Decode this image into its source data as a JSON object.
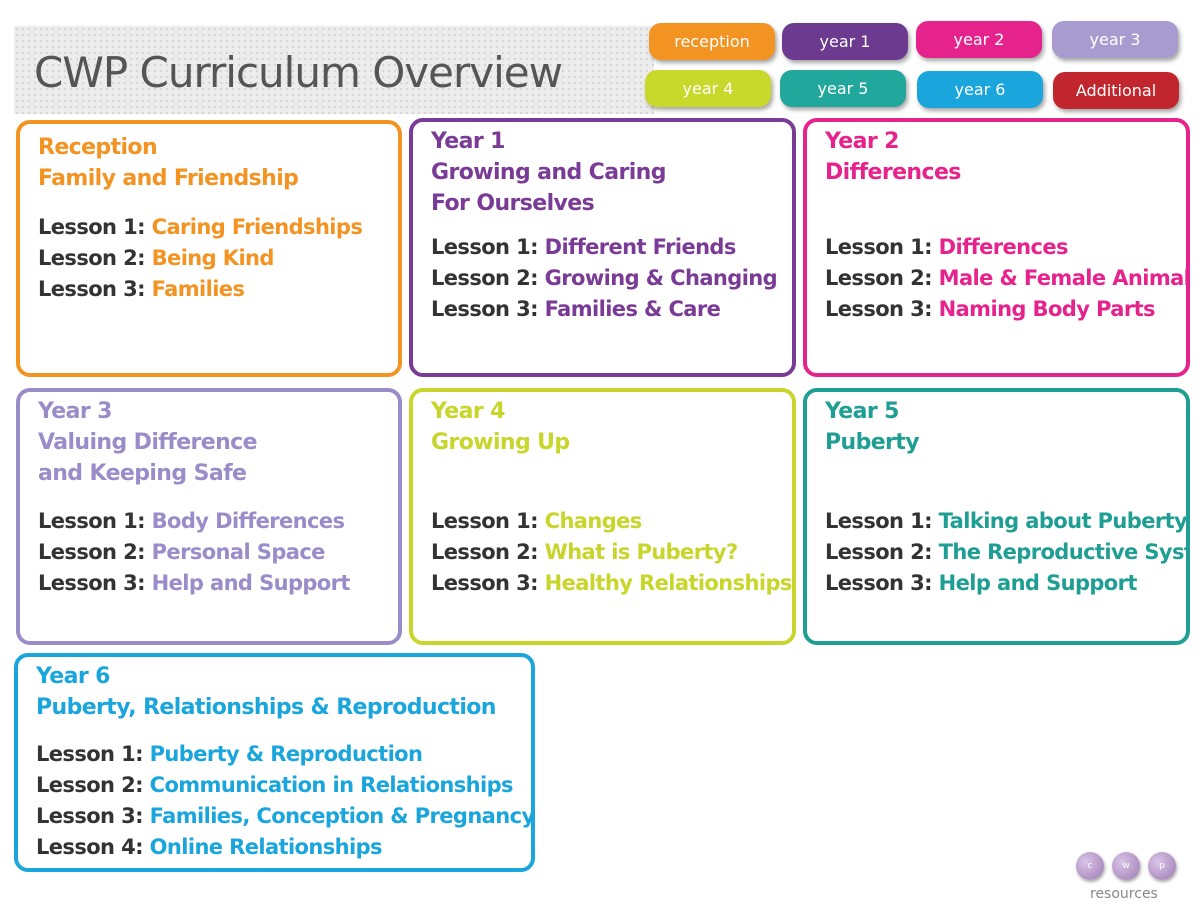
{
  "header": {
    "title": "CWP Curriculum Overview"
  },
  "nav": [
    {
      "label": "reception",
      "color": "#f39322"
    },
    {
      "label": "year 1",
      "color": "#6c3b8f"
    },
    {
      "label": "year 2",
      "color": "#e6238d"
    },
    {
      "label": "year 3",
      "color": "#a79bd0"
    },
    {
      "label": "year 4",
      "color": "#c9d92c"
    },
    {
      "label": "year 5",
      "color": "#22a79c"
    },
    {
      "label": "year 6",
      "color": "#1aa6dc"
    },
    {
      "label": "Additional",
      "color": "#c1262e"
    }
  ],
  "cards": [
    {
      "title": "Reception",
      "subtitle": "Family and Friendship",
      "color": "#f39322",
      "lessons": [
        {
          "num": "Lesson 1:",
          "title": "Caring Friendships"
        },
        {
          "num": "Lesson 2:",
          "title": "Being Kind"
        },
        {
          "num": "Lesson 3:",
          "title": "Families"
        }
      ]
    },
    {
      "title": "Year 1",
      "subtitle": "Growing and Caring",
      "subtitle2": "For Ourselves",
      "color": "#7a3b96",
      "lessons": [
        {
          "num": "Lesson 1:",
          "title": "Different Friends"
        },
        {
          "num": "Lesson 2:",
          "title": "Growing & Changing"
        },
        {
          "num": "Lesson 3:",
          "title": "Families & Care"
        }
      ]
    },
    {
      "title": "Year 2",
      "subtitle": "Differences",
      "color": "#e6238d",
      "lessons": [
        {
          "num": "Lesson 1:",
          "title": "Differences"
        },
        {
          "num": "Lesson 2:",
          "title": "Male & Female Animals"
        },
        {
          "num": "Lesson 3:",
          "title": "Naming Body Parts"
        }
      ]
    },
    {
      "title": "Year 3",
      "subtitle": "Valuing Difference",
      "subtitle2": "and Keeping Safe",
      "color": "#9a8cc8",
      "lessons": [
        {
          "num": "Lesson 1:",
          "title": "Body Differences"
        },
        {
          "num": "Lesson 2:",
          "title": "Personal Space"
        },
        {
          "num": "Lesson 3:",
          "title": "Help and Support"
        }
      ]
    },
    {
      "title": "Year 4",
      "subtitle": "Growing Up",
      "color": "#c8d52a",
      "lessons": [
        {
          "num": "Lesson 1:",
          "title": "Changes"
        },
        {
          "num": "Lesson 2:",
          "title": "What is Puberty?"
        },
        {
          "num": "Lesson 3:",
          "title": "Healthy Relationships"
        }
      ]
    },
    {
      "title": "Year 5",
      "subtitle": "Puberty",
      "color": "#1f9e93",
      "lessons": [
        {
          "num": "Lesson 1:",
          "title": "Talking about Puberty"
        },
        {
          "num": "Lesson 2:",
          "title": "The Reproductive System"
        },
        {
          "num": "Lesson 3:",
          "title": "Help and Support"
        }
      ]
    },
    {
      "title": "Year 6",
      "subtitle": "Puberty, Relationships & Reproduction",
      "color": "#1aa6dc",
      "lessons": [
        {
          "num": "Lesson 1:",
          "title": "Puberty & Reproduction"
        },
        {
          "num": "Lesson 2:",
          "title": "Communication in Relationships"
        },
        {
          "num": "Lesson 3:",
          "title": "Families, Conception & Pregnancy"
        },
        {
          "num": "Lesson 4:",
          "title": "Online Relationships"
        }
      ]
    }
  ],
  "logo": {
    "letters": [
      "c",
      "w",
      "p"
    ],
    "text": "resources",
    "color": "#a887c0"
  }
}
